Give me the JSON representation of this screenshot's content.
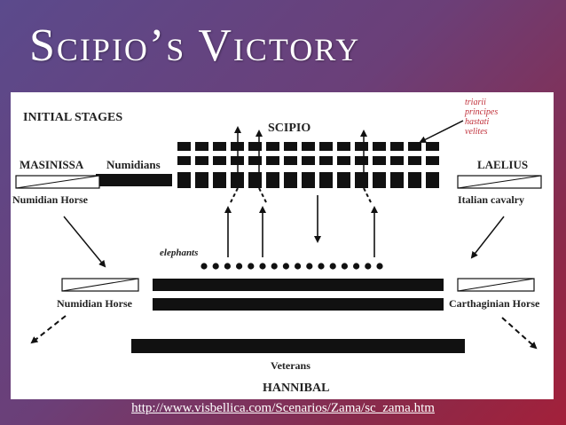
{
  "title": "Scipio’s Victory",
  "source_link": "http://www.visbellica.com/Scenarios/Zama/sc_zama.htm",
  "diagram": {
    "stage_title": "INITIAL STAGES",
    "top_commander": "SCIPIO",
    "bottom_commander": "HANNIBAL",
    "left_top_commander": "MASINISSA",
    "right_top_commander": "LAELIUS",
    "numidians": "Numidians",
    "numidian_horse_top": "Numidian Horse",
    "italian_cavalry": "Italian cavalry",
    "elephants": "elephants",
    "numidian_horse_bottom": "Numidian Horse",
    "carthaginian_horse": "Carthaginian Horse",
    "veterans": "Veterans",
    "roman_lines": [
      "triarii",
      "principes",
      "hastati",
      "velites"
    ]
  }
}
